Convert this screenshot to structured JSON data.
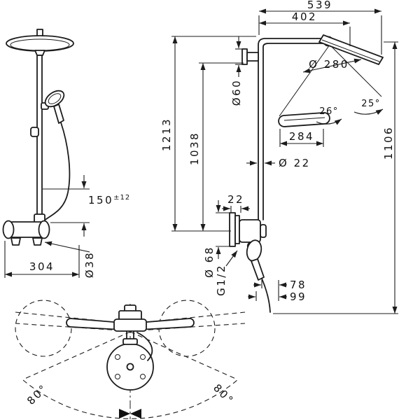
{
  "drawing": {
    "front_view": {
      "height_adjust_value": "150",
      "height_adjust_tolerance": "±12",
      "valve_width": "304",
      "escutcheon_diameter": "Ø38"
    },
    "side_view": {
      "reach_total": "539",
      "reach_arm": "402",
      "head_diameter": "Ø 280",
      "bracket_escutcheon_diameter": "Ø60",
      "height_total": "1213",
      "height_to_bracket": "1038",
      "tilt_angle_inner": "26°",
      "tilt_angle_outer": "25°",
      "head_width": "284",
      "height_to_arm": "1106",
      "pipe_diameter": "Ø 22",
      "wall_clearance": "22",
      "valve_escutcheon_diameter": "Ø 68",
      "connection_thread": "G1/2",
      "handshower_offset": "78",
      "hose_offset": "99"
    },
    "top_view": {
      "swivel_angle_left": "80°",
      "swivel_angle_right": "80°"
    }
  }
}
